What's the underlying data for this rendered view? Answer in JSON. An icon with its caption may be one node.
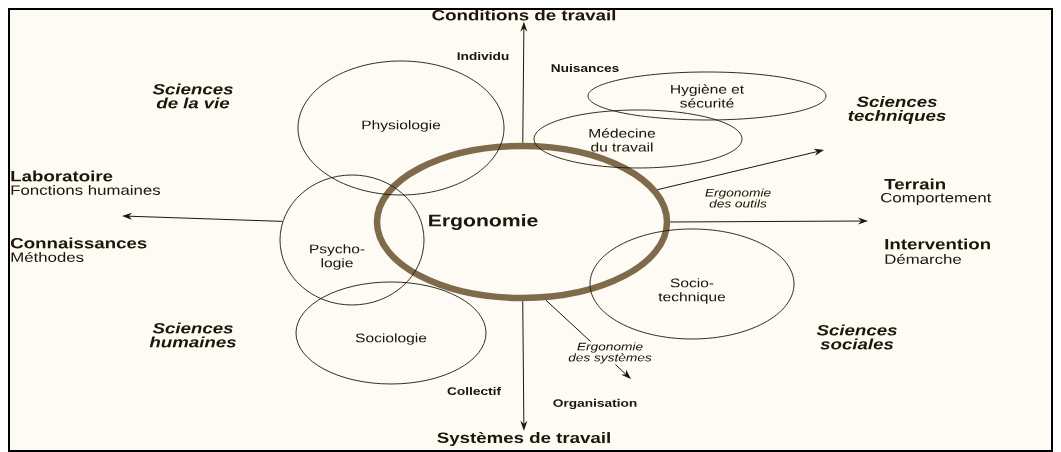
{
  "diagram": {
    "nodes": [
      {
        "text": [
          "Ergonomie"
        ]
      },
      {
        "text": [
          "Physiologie"
        ]
      },
      {
        "text": [
          "Hygiène et sécurité"
        ]
      },
      {
        "text": [
          "Médecine du travail"
        ]
      },
      {
        "text": [
          "Psycho- logie"
        ]
      },
      {
        "text": [
          "Sociologie"
        ]
      },
      {
        "text": [
          "Socio- technique"
        ]
      },
      {
        "text": [
          "Conditions de travail"
        ]
      },
      {
        "text": [
          "Systèmes de travail"
        ]
      }
    ],
    "edges": [
      {
        "from": 0,
        "to": 7,
        "arrow": "to"
      },
      {
        "from": 0,
        "to": 8,
        "arrow": "to"
      },
      {
        "from": 4,
        "to": null,
        "arrow": "to"
      },
      {
        "from": 0,
        "to": null,
        "arrow": "to"
      },
      {
        "from": 0,
        "to": null,
        "arrow": "to",
        "label": "Ergonomie des outils"
      },
      {
        "from": 0,
        "to": null,
        "arrow": "to",
        "label": "Ergonomie des systèmes"
      }
    ],
    "labels": [
      "Individu",
      "Nuisances",
      "Sciences de la vie",
      "Sciences techniques",
      "Laboratoire",
      "Fonctions humaines",
      "Terrain",
      "Comportement",
      "Connaissances",
      "Méthodes",
      "Intervention",
      "Démarche",
      "Sciences humaines",
      "Sciences sociales",
      "Collectif",
      "Organisation"
    ]
  }
}
